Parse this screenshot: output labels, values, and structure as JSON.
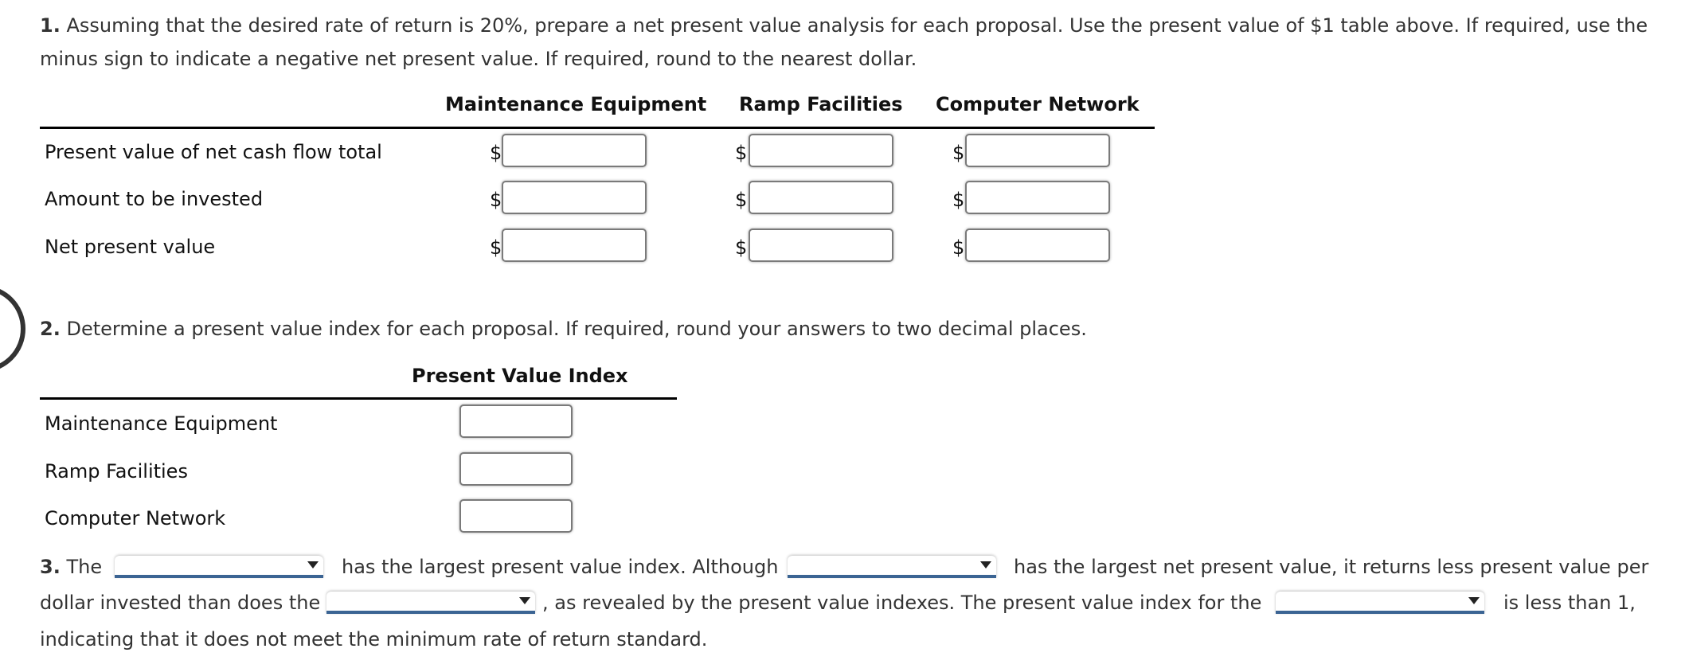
{
  "q1": {
    "number": "1.",
    "line1": "Assuming that the desired rate of return is 20%, prepare a net present value analysis for each proposal. Use the present value of $1 table above. If required, use the",
    "line2": "minus sign to indicate a negative net present value. If required, round to the nearest dollar.",
    "columns": [
      "Maintenance Equipment",
      "Ramp Facilities",
      "Computer Network"
    ],
    "currency_symbol": "$",
    "rows": [
      {
        "label": "Present value of net cash flow total",
        "values": [
          "",
          "",
          ""
        ]
      },
      {
        "label": "Amount to be invested",
        "values": [
          "",
          "",
          ""
        ]
      },
      {
        "label": "Net present value",
        "values": [
          "",
          "",
          ""
        ]
      }
    ]
  },
  "q2": {
    "number": "2.",
    "text": "Determine a present value index for each proposal. If required, round your answers to two decimal places.",
    "column": "Present Value Index",
    "rows": [
      {
        "label": "Maintenance Equipment",
        "value": ""
      },
      {
        "label": "Ramp Facilities",
        "value": ""
      },
      {
        "label": "Computer Network",
        "value": ""
      }
    ]
  },
  "q3": {
    "number": "3.",
    "t1": "The",
    "t2": "has the largest present value index. Although",
    "t3": "has the largest net present value, it returns less present value per",
    "t4": "dollar invested than does the",
    "t5": ", as revealed by the present value indexes. The present value index for the",
    "t6": "is less than 1,",
    "t7": "indicating that it does not meet the minimum rate of return standard.",
    "dropdowns": [
      "",
      "",
      "",
      ""
    ]
  },
  "colors": {
    "dropdown_underline": "#3b6493",
    "text": "#333333"
  }
}
